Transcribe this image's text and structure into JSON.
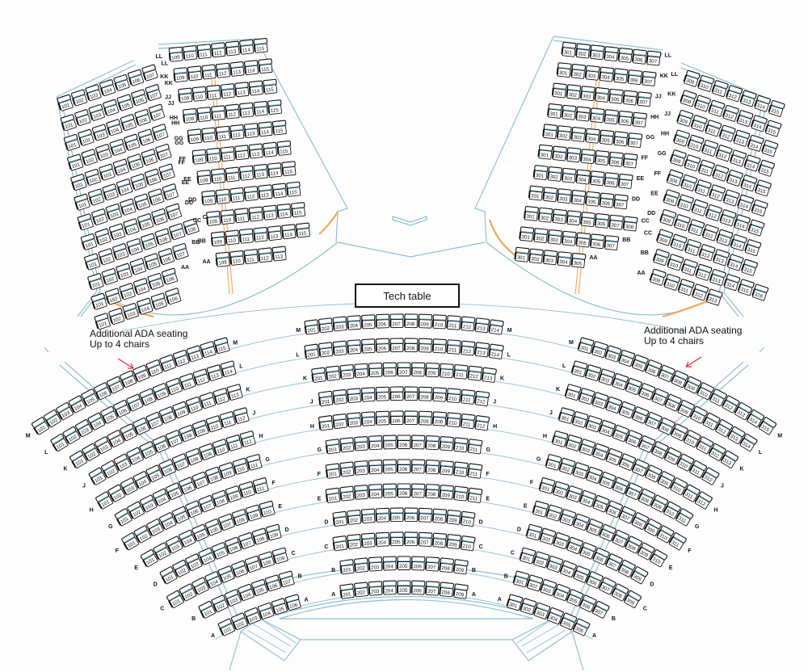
{
  "diagram": {
    "type": "theater seating chart",
    "tech_table_label": "Tech table",
    "ada_left": {
      "line1": "Additional ADA seating",
      "line2": "Up to 4 chairs",
      "arrow": "red-arrow-pointing-down-right"
    },
    "ada_right": {
      "line1": "Additional ADA seating",
      "line2": "Up to 4 chairs",
      "arrow": "red-arrow-pointing-down-left"
    },
    "colors": {
      "walls": "#8fbfd2",
      "accessible_rail": "#f0a75a",
      "ada_arrow": "#e0303c",
      "seat_outline": "#111111",
      "seat_highlight": "#7ec8dc"
    },
    "orchestra": {
      "left": {
        "section_prefix": "1",
        "rows": [
          {
            "row": "M",
            "seats": 15
          },
          {
            "row": "L",
            "seats": 14
          },
          {
            "row": "K",
            "seats": 13
          },
          {
            "row": "J",
            "seats": 12
          },
          {
            "row": "H",
            "seats": 12
          },
          {
            "row": "G",
            "seats": 11
          },
          {
            "row": "F",
            "seats": 11
          },
          {
            "row": "E",
            "seats": 10
          },
          {
            "row": "D",
            "seats": 9
          },
          {
            "row": "C",
            "seats": 9
          },
          {
            "row": "B",
            "seats": 7
          },
          {
            "row": "A",
            "seats": 6
          }
        ]
      },
      "center": {
        "section_prefix": "2",
        "rows": [
          {
            "row": "M",
            "seats": 14
          },
          {
            "row": "L",
            "seats": 14
          },
          {
            "row": "K",
            "seats": 13
          },
          {
            "row": "J",
            "seats": 12
          },
          {
            "row": "H",
            "seats": 12
          },
          {
            "row": "G",
            "seats": 11
          },
          {
            "row": "F",
            "seats": 11
          },
          {
            "row": "E",
            "seats": 11
          },
          {
            "row": "D",
            "seats": 10
          },
          {
            "row": "C",
            "seats": 10
          },
          {
            "row": "B",
            "seats": 9
          },
          {
            "row": "A",
            "seats": 9
          }
        ]
      },
      "right": {
        "section_prefix": "3",
        "rows": [
          {
            "row": "M",
            "seats": 15
          },
          {
            "row": "L",
            "seats": 14
          },
          {
            "row": "K",
            "seats": 13
          },
          {
            "row": "J",
            "seats": 12
          },
          {
            "row": "H",
            "seats": 12
          },
          {
            "row": "G",
            "seats": 11
          },
          {
            "row": "F",
            "seats": 11
          },
          {
            "row": "E",
            "seats": 10
          },
          {
            "row": "D",
            "seats": 9
          },
          {
            "row": "C",
            "seats": 9
          },
          {
            "row": "B",
            "seats": 7
          },
          {
            "row": "A",
            "seats": 6
          }
        ]
      }
    },
    "balcony": {
      "left": {
        "outer": {
          "first_seat": 101,
          "rows": [
            {
              "row": "LL",
              "seats": 7
            },
            {
              "row": "KK",
              "seats": 7
            },
            {
              "row": "JJ",
              "seats": 7
            },
            {
              "row": "HH",
              "seats": 7
            },
            {
              "row": "GG",
              "seats": 7
            },
            {
              "row": "FF",
              "seats": 7
            },
            {
              "row": "EE",
              "seats": 7
            },
            {
              "row": "DD",
              "seats": 7
            },
            {
              "row": "CC",
              "seats": 8
            },
            {
              "row": "BB",
              "seats": 7
            },
            {
              "row": "AA",
              "seats": 6
            },
            {
              "row": "",
              "seats": 6
            }
          ]
        },
        "inner": {
          "first_seat": 109,
          "rows": [
            {
              "row": "LL",
              "seats": 7
            },
            {
              "row": "KK",
              "seats": 7
            },
            {
              "row": "JJ",
              "seats": 7
            },
            {
              "row": "HH",
              "seats": 7
            },
            {
              "row": "GG",
              "seats": 7
            },
            {
              "row": "FF",
              "seats": 7
            },
            {
              "row": "EE",
              "seats": 7
            },
            {
              "row": "DD",
              "seats": 7
            },
            {
              "row": "CC",
              "seats": 7
            },
            {
              "row": "BB",
              "seats": 7
            },
            {
              "row": "AA",
              "seats": 5
            }
          ]
        }
      },
      "right": {
        "outer": {
          "first_seat": 301,
          "rows": [
            {
              "row": "LL",
              "seats": 7
            },
            {
              "row": "KK",
              "seats": 7
            },
            {
              "row": "JJ",
              "seats": 7
            },
            {
              "row": "HH",
              "seats": 7
            },
            {
              "row": "GG",
              "seats": 7
            },
            {
              "row": "FF",
              "seats": 7
            },
            {
              "row": "EE",
              "seats": 7
            },
            {
              "row": "DD",
              "seats": 7
            },
            {
              "row": "CC",
              "seats": 8
            },
            {
              "row": "BB",
              "seats": 7
            },
            {
              "row": "AA",
              "seats": 5
            }
          ]
        },
        "inner": {
          "first_seat": 309,
          "rows": [
            {
              "row": "LL",
              "seats": 7
            },
            {
              "row": "KK",
              "seats": 7
            },
            {
              "row": "JJ",
              "seats": 7
            },
            {
              "row": "HH",
              "seats": 7
            },
            {
              "row": "GG",
              "seats": 7
            },
            {
              "row": "FF",
              "seats": 7
            },
            {
              "row": "EE",
              "seats": 7
            },
            {
              "row": "DD",
              "seats": 7
            },
            {
              "row": "CC",
              "seats": 7
            },
            {
              "row": "BB",
              "seats": 8
            },
            {
              "row": "AA",
              "seats": 5
            }
          ]
        }
      }
    }
  }
}
